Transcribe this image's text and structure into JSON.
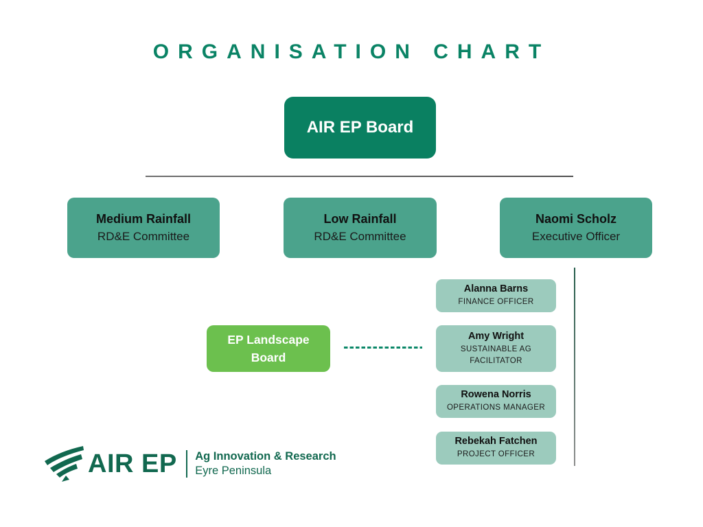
{
  "title": "ORGANISATION CHART",
  "board": {
    "label": "AIR EP Board"
  },
  "committees": [
    {
      "name": "Medium Rainfall",
      "role": "RD&E Committee"
    },
    {
      "name": "Low Rainfall",
      "role": "RD&E Committee"
    },
    {
      "name": "Naomi Scholz",
      "role": "Executive Officer"
    }
  ],
  "staff": [
    {
      "name": "Alanna Barns",
      "role": "FINANCE OFFICER"
    },
    {
      "name": "Amy Wright",
      "role": "SUSTAINABLE AG FACILITATOR"
    },
    {
      "name": "Rowena Norris",
      "role": "OPERATIONS MANAGER"
    },
    {
      "name": "Rebekah Fatchen",
      "role": "PROJECT OFFICER"
    }
  ],
  "external": {
    "label": "EP Landscape\nBoard"
  },
  "logo": {
    "wordmark": "AIR EP",
    "tagline_line1": "Ag Innovation & Research",
    "tagline_line2": "Eyre Peninsula"
  },
  "colors": {
    "brand": "#0A8365",
    "board-bg": "#0A8061",
    "committee-bg": "#4BA38C",
    "staff-bg": "#9CCBBD",
    "landscape-bg": "#6CC04E",
    "dash-green": "#0B8768",
    "logo-green": "#11684F"
  }
}
